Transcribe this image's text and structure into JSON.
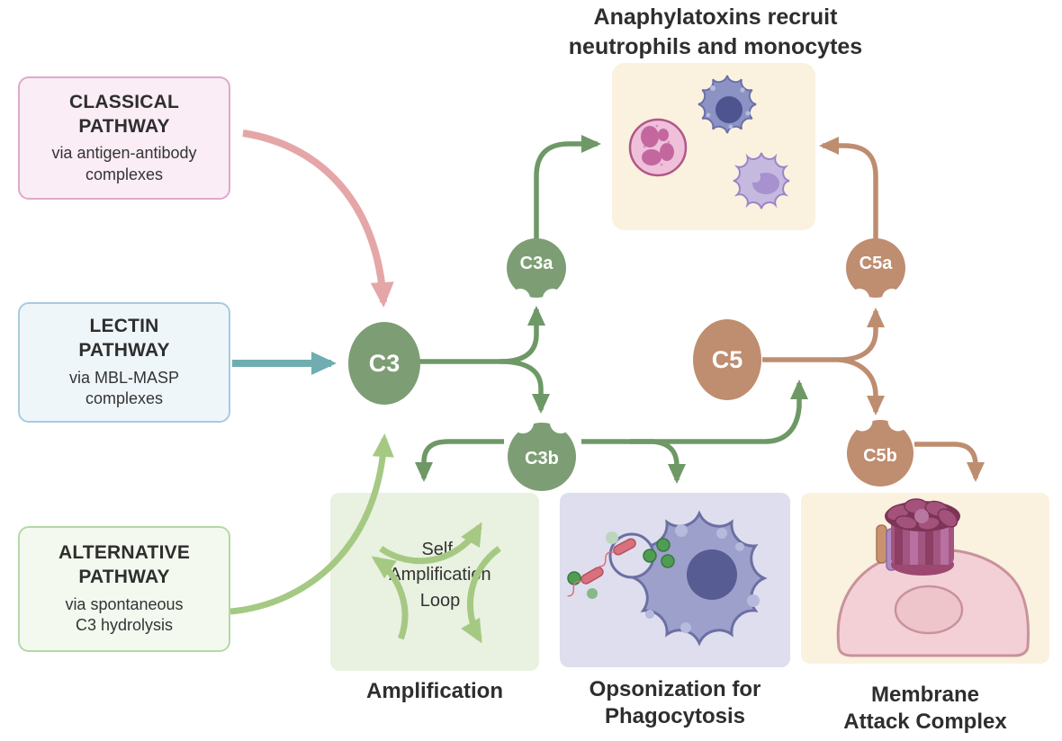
{
  "title": {
    "line1": "Anaphylatoxins recruit",
    "line2": "neutrophils and monocytes"
  },
  "pathway_boxes": {
    "classical": {
      "name_line1": "CLASSICAL",
      "name_line2": "PATHWAY",
      "via_line1": "via antigen-antibody",
      "via_line2": "complexes"
    },
    "lectin": {
      "name_line1": "LECTIN",
      "name_line2": "PATHWAY",
      "via_line1": "via MBL-MASP",
      "via_line2": "complexes"
    },
    "alternative": {
      "name_line1": "ALTERNATIVE",
      "name_line2": "PATHWAY",
      "via_line1": "via spontaneous",
      "via_line2": "C3 hydrolysis"
    }
  },
  "molecules": {
    "c3": "C3",
    "c3a": "C3a",
    "c3b": "C3b",
    "c5": "C5",
    "c5a": "C5a",
    "c5b": "C5b"
  },
  "amplification_loop": {
    "line1": "Self-",
    "line2": "Amplification",
    "line3": "Loop"
  },
  "outcome_labels": {
    "amplification": "Amplification",
    "opsonization_line1": "Opsonization for",
    "opsonization_line2": "Phagocytosis",
    "mac_line1": "Membrane",
    "mac_line2": "Attack Complex"
  },
  "colors": {
    "green": "#7D9E74",
    "green_arrow": "#6E9865",
    "light_green_arrow": "#A5C983",
    "brown": "#BF8D70",
    "brown_arrow": "#BE8D70",
    "pink_arrow": "#E5A6A8",
    "teal_arrow": "#6FADB1",
    "classical_bg": "#FAEDF5",
    "classical_border": "#DFA9CB",
    "lectin_bg": "#EFF6FA",
    "lectin_border": "#A8CBDE",
    "alternative_bg": "#F3F9EF",
    "alternative_border": "#B5D8A6",
    "cream_bg": "#FAF1DF",
    "amplification_bg": "#E9F1E0",
    "opsonization_bg": "#DEDEEE",
    "text": "#2E2E2E"
  }
}
